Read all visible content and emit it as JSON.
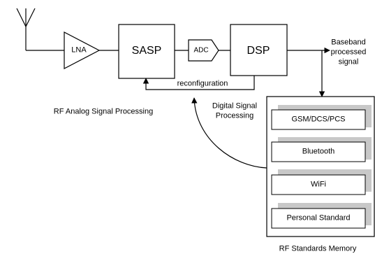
{
  "blocks": {
    "lna": "LNA",
    "sasp": "SASP",
    "adc": "ADC",
    "dsp": "DSP"
  },
  "labels": {
    "baseband_line1": "Baseband",
    "baseband_line2": "processed",
    "baseband_line3": "signal",
    "reconfiguration": "reconfiguration",
    "rf_analog": "RF Analog Signal Processing",
    "digital_line1": "Digital Signal",
    "digital_line2": "Processing",
    "rf_memory": "RF Standards Memory"
  },
  "memory_items": [
    "GSM/DCS/PCS",
    "Bluetooth",
    "WiFi",
    "Personal Standard"
  ],
  "colors": {
    "stroke": "#000000",
    "shadow": "#c8c8c8"
  }
}
